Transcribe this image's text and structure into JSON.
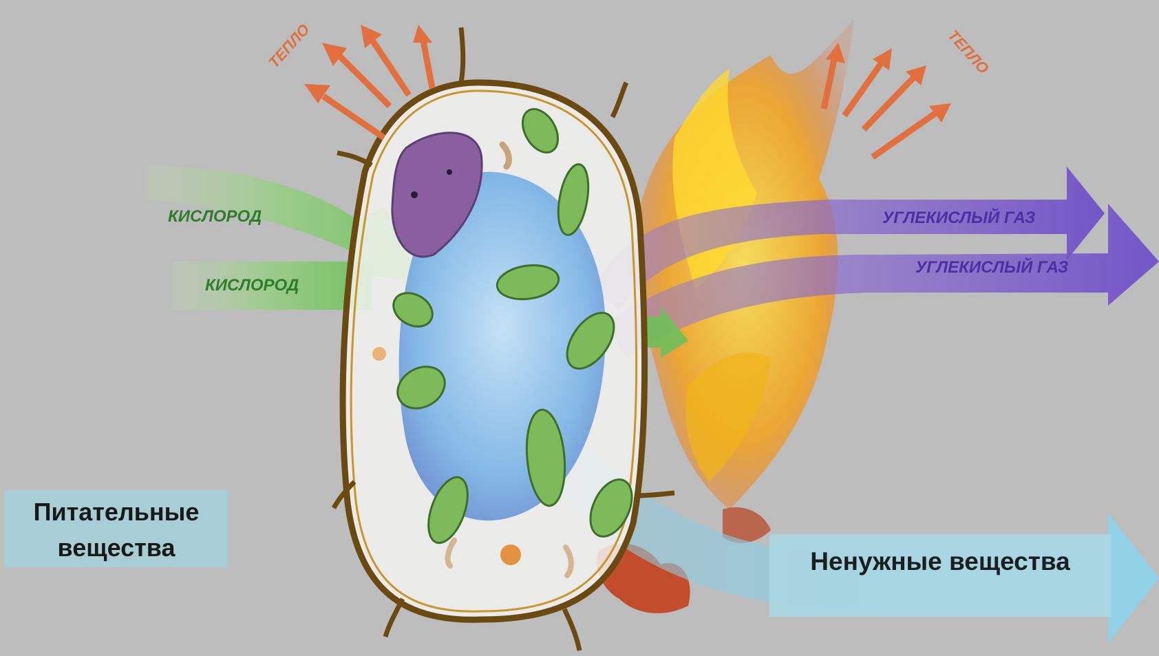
{
  "diagram": {
    "heat_label_left": "ТЕПЛО",
    "heat_label_right": "ТЕПЛО",
    "oxygen_label_1": "КИСЛОРОД",
    "oxygen_label_2": "КИСЛОРОД",
    "co2_label_1": "УГЛЕКИСЛЫЙ ГАЗ",
    "co2_label_2": "УГЛЕКИСЛЫЙ ГАЗ",
    "nutrients_line_1": "Питательные",
    "nutrients_line_2": "вещества",
    "waste_label": "Ненужные вещества"
  },
  "colors": {
    "background": "#bdbdbd",
    "heat_arrow": "#e2703f",
    "oxygen_arrow": "#7fc46a",
    "co2_arrow": "#7b5fc9",
    "waste_arrow": "#9fd3e6",
    "cell_wall": "#6b4a12",
    "vacuole": "#8fc3ea",
    "nucleus": "#8a5f9f",
    "chloroplast": "#7dbb5a",
    "flame": "#f2b81c"
  }
}
